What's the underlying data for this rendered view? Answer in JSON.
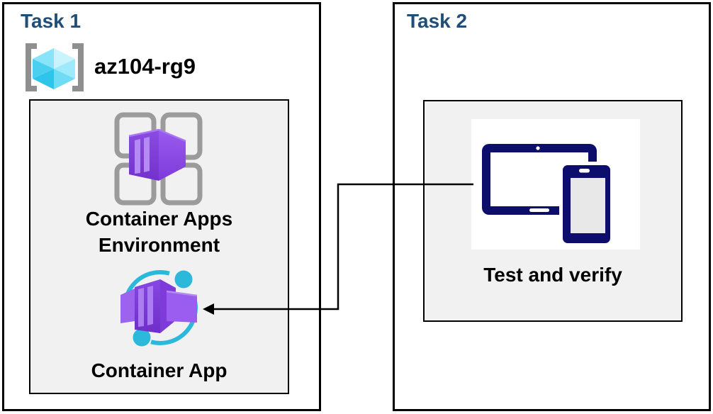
{
  "task1": {
    "title": "Task 1",
    "resource_group_name": "az104-rg9",
    "environment_label": [
      "Container Apps",
      "Environment"
    ],
    "container_app_label": "Container App"
  },
  "task2": {
    "title": "Task 2",
    "test_label": "Test and verify"
  },
  "connector": {
    "from": "Test and verify",
    "to": "Container App",
    "style": "elbow-line-with-arrowhead",
    "direction": "points-left-at-container-app"
  },
  "icons": {
    "resource_group": "azure-resource-group-icon",
    "environment": "container-apps-environment-icon",
    "container_app": "container-app-icon",
    "test": "tablet-and-phone-icon"
  },
  "colors": {
    "task_title": "#1F4E79",
    "inner_panel_fill": "#F1F1F1",
    "panel_border": "#000000",
    "label_text": "#000000",
    "device_navy": "#0D0D6B",
    "cyan_accent": "#2BB8DB",
    "cube_cyan_light": "#C9F4FD",
    "cube_cyan_dark": "#2FC5EB",
    "purple_front": "#7F41DC",
    "purple_right": "#7E3BD9",
    "purple_stripe": "#B48AF3",
    "purple_wing": "#9C63EE",
    "grid_gray": "#9B9B9B",
    "bracket_gray": "#8F8F8F"
  }
}
